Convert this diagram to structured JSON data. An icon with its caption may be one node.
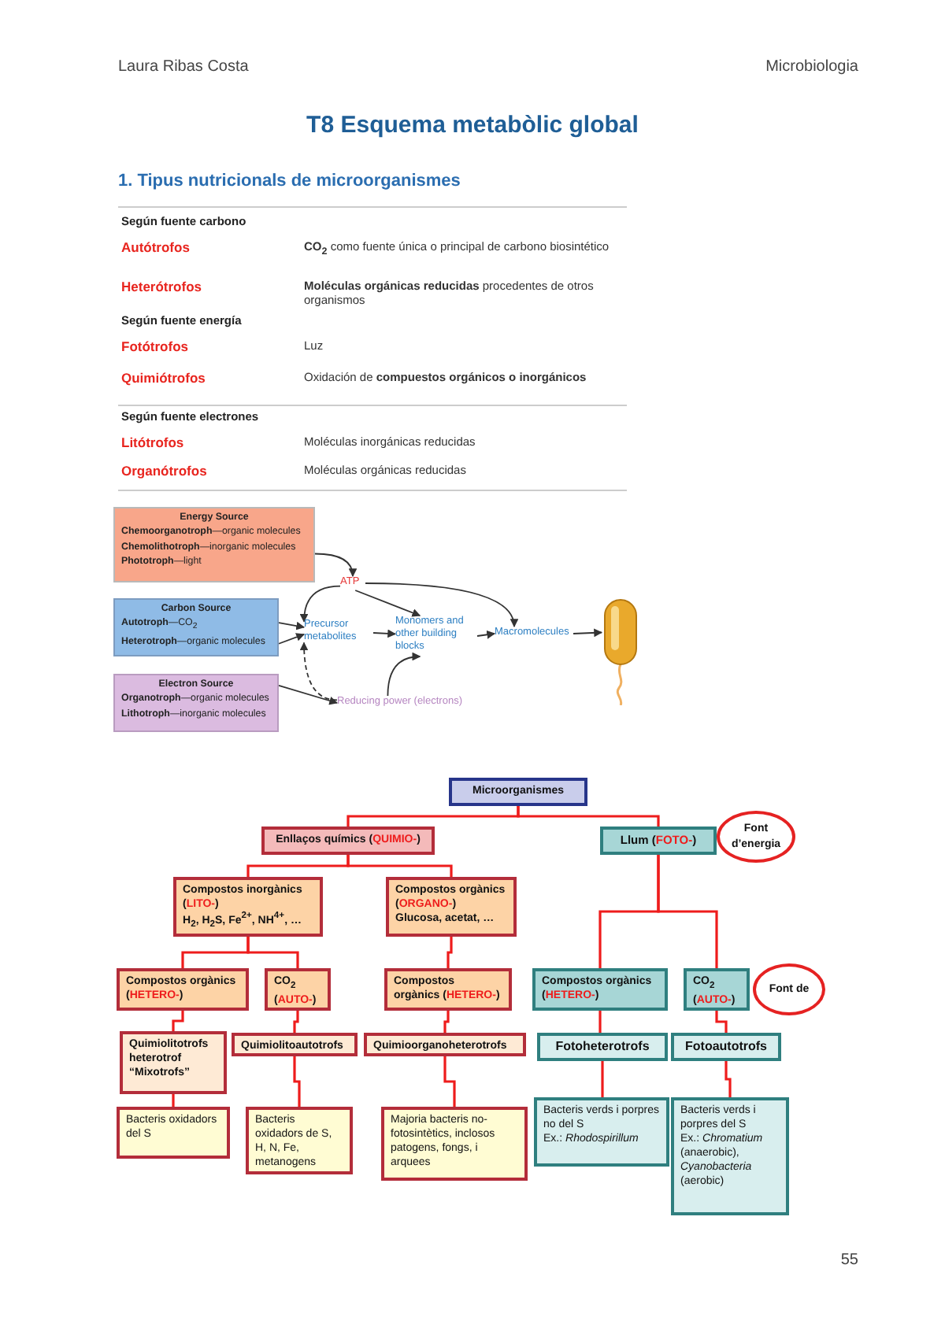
{
  "diagram": {
    "title": "T8 Esquema metabòlic global",
    "nodes": [
      {
        "text": [
          "Energy Source",
          "**Chemoorganotroph**—organic molecules",
          "**Chemolithotroph**—inorganic molecules",
          "**Phototroph**—light"
        ]
      },
      {
        "text": [
          "Carbon Source",
          "**Autotroph**—CO$_{2}$",
          "**Heterotroph**—organic molecules"
        ]
      },
      {
        "text": [
          "Electron Source",
          "**Organotroph**—organic molecules",
          "**Lithotroph**—inorganic molecules"
        ]
      },
      {
        "text": [
          "ATP"
        ]
      },
      {
        "text": [
          "Precursor metabolites"
        ]
      },
      {
        "text": [
          "Monomers and other building blocks"
        ]
      },
      {
        "text": [
          "Macromolecules"
        ]
      },
      {
        "text": [],
        "shape": "picture"
      },
      {
        "text": [
          "Reducing power (electrons)"
        ]
      },
      {
        "text": [
          "Microorganismes"
        ]
      },
      {
        "text": [
          "Enllaços químics (QUIMIO-)"
        ]
      },
      {
        "text": [
          "Llum (FOTO-)"
        ]
      },
      {
        "text": [
          "Font d’energia"
        ]
      },
      {
        "text": [
          "Compostos inorgànics (LITO-)",
          "H$_{2}$, H$_{2}$S, Fe$^{2+}$, NH$^{4+}$, …"
        ]
      },
      {
        "text": [
          "Compostos orgànics (ORGANO-)",
          "Glucosa, acetat, …"
        ]
      },
      {
        "text": [
          "Compostos orgànics (HETERO-)"
        ]
      },
      {
        "text": [
          "CO$_{2}$ (AUTO-)"
        ]
      },
      {
        "text": [
          "Compostos orgànics (HETERO-)"
        ]
      },
      {
        "text": [
          "Compostos orgànics (HETERO-)"
        ]
      },
      {
        "text": [
          "CO$_{2}$ (AUTO-)"
        ]
      },
      {
        "text": [
          "Font de"
        ]
      },
      {
        "text": [
          "Quimiolitotrofs heterotrof",
          "“Mixotrofs”"
        ]
      },
      {
        "text": [
          "Quimiolitoautotrofs"
        ]
      },
      {
        "text": [
          "Quimioorganoheterotrofs"
        ]
      },
      {
        "text": [
          "Fotoheterotrofs"
        ]
      },
      {
        "text": [
          "Fotoautotrofs"
        ]
      },
      {
        "text": [
          "Bacteris oxidadors del S"
        ]
      },
      {
        "text": [
          "Bacteris oxidadors de S, H, N, Fe, metanogens"
        ]
      },
      {
        "text": [
          "Majoria bacteris no-fotosintètics, inclosos patogens, fongs, i arquees"
        ]
      },
      {
        "text": [
          "Bacteris verds i porpres no del S",
          "Ex.: *Rhodospirillum*"
        ]
      },
      {
        "text": [
          "Bacteris verds i porpres del S",
          "Ex.: *Chromatium* (anaerobic), *Cyanobacteria* (aerobic)"
        ]
      }
    ],
    "edges": [
      {
        "from": 0,
        "to": 3,
        "arrow": "to",
        "color": "#333333"
      },
      {
        "from": 1,
        "to": 4,
        "arrow": "to",
        "color": "#333333"
      },
      {
        "from": 1,
        "to": 4,
        "arrow": "to",
        "color": "#333333"
      },
      {
        "from": 3,
        "to": 4,
        "arrow": "to",
        "color": "#333333"
      },
      {
        "from": 3,
        "to": 5,
        "arrow": "to",
        "color": "#333333"
      },
      {
        "from": 3,
        "to": 6,
        "arrow": "to",
        "color": "#333333"
      },
      {
        "from": 4,
        "to": 5,
        "arrow": "to",
        "color": "#333333"
      },
      {
        "from": 5,
        "to": 6,
        "arrow": "to",
        "color": "#333333"
      },
      {
        "from": 6,
        "to": 7,
        "arrow": "to",
        "color": "#333333"
      },
      {
        "from": 2,
        "to": 8,
        "arrow": "to",
        "color": "#333333"
      },
      {
        "from": 8,
        "to": 5,
        "arrow": "to",
        "color": "#333333"
      },
      {
        "from": 8,
        "to": 4,
        "arrow": "to",
        "style": "dashed",
        "color": "#333333"
      },
      {
        "from": 9,
        "to": 10,
        "arrow": "none"
      },
      {
        "from": 9,
        "to": 11,
        "arrow": "none"
      },
      {
        "from": 10,
        "to": 13,
        "arrow": "none"
      },
      {
        "from": 10,
        "to": 14,
        "arrow": "none"
      },
      {
        "from": 13,
        "to": 15,
        "arrow": "none"
      },
      {
        "from": 13,
        "to": 16,
        "arrow": "none"
      },
      {
        "from": 14,
        "to": 17,
        "arrow": "none"
      },
      {
        "from": 11,
        "to": 18,
        "arrow": "none"
      },
      {
        "from": 11,
        "to": 19,
        "arrow": "none"
      },
      {
        "from": 15,
        "to": 21,
        "arrow": "none"
      },
      {
        "from": 16,
        "to": 22,
        "arrow": "none"
      },
      {
        "from": 17,
        "to": 23,
        "arrow": "none"
      },
      {
        "from": 18,
        "to": 24,
        "arrow": "none"
      },
      {
        "from": 19,
        "to": 25,
        "arrow": "none"
      },
      {
        "from": 21,
        "to": 26,
        "arrow": "none"
      },
      {
        "from": 22,
        "to": 27,
        "arrow": "none"
      },
      {
        "from": 23,
        "to": 28,
        "arrow": "none"
      },
      {
        "from": 24,
        "to": 29,
        "arrow": "none"
      },
      {
        "from": 25,
        "to": 30,
        "arrow": "none"
      }
    ],
    "labels": [
      "Laura Ribas Costa",
      "Microbiologia",
      "1. Tipus nutricionals de microorganismes",
      "Según fuente carbono",
      "Autótrofos",
      "**CO$_{2}$** como fuente única o principal de carbono biosintético",
      "Heterótrofos",
      "**Moléculas orgánicas reducidas** procedentes de otros organismos",
      "Según fuente energía",
      "Fotótrofos",
      "Luz",
      "Quimiótrofos",
      "Oxidación de **compuestos orgánicos o inorgánicos**",
      "Según fuente electrones",
      "Litótrofos",
      "Moléculas inorgánicas reducidas",
      "Organótrofos",
      "Moléculas orgánicas reducidas",
      "55"
    ]
  }
}
